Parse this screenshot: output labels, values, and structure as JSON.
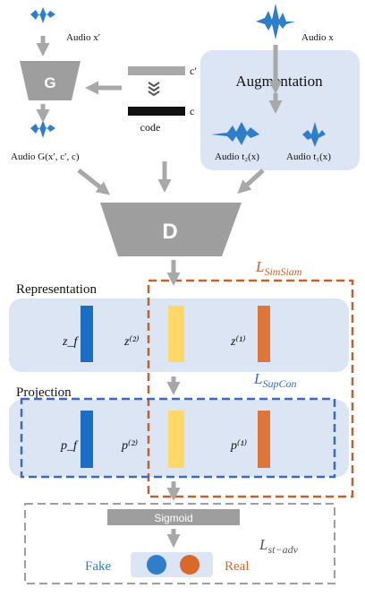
{
  "colors": {
    "panel": "#dbe5f3",
    "gray": "#9e9e9e",
    "arrow": "#a8a8a8",
    "blue": "#1a6fc4",
    "yellow": "#ffd966",
    "orange": "#e0753a",
    "orange_dash": "#c0622c",
    "blue_dash": "#3e69c1",
    "fake_blue": "#2f7ec9",
    "real_orange": "#d9692a",
    "dark": "#111111"
  },
  "labels": {
    "audio_x_prime": "Audio x′",
    "audio_x": "Audio x",
    "generator": "G",
    "c_prime": "c′",
    "c": "c",
    "code": "code",
    "augmentation": "Augmentation",
    "audio_g": "Audio G(x′, c′, c)",
    "audio_t2": "Audio t₂(x)",
    "audio_t1": "Audio t₁(x)",
    "discriminator": "D",
    "loss_simsiam": "L",
    "loss_simsiam_sub": "SimSiam",
    "representation": "Representation",
    "z_f": "z_f",
    "z2": "z⁽²⁾",
    "z1": "z⁽¹⁾",
    "projection": "Projection",
    "loss_supcon": "L",
    "loss_supcon_sub": "SupCon",
    "p_f": "p_f",
    "p2": "p⁽²⁾",
    "p1": "p⁽¹⁾",
    "sigmoid": "Sigmoid",
    "loss_stadv": "L",
    "loss_stadv_sub": "st−adv",
    "fake": "Fake",
    "real": "Real"
  }
}
